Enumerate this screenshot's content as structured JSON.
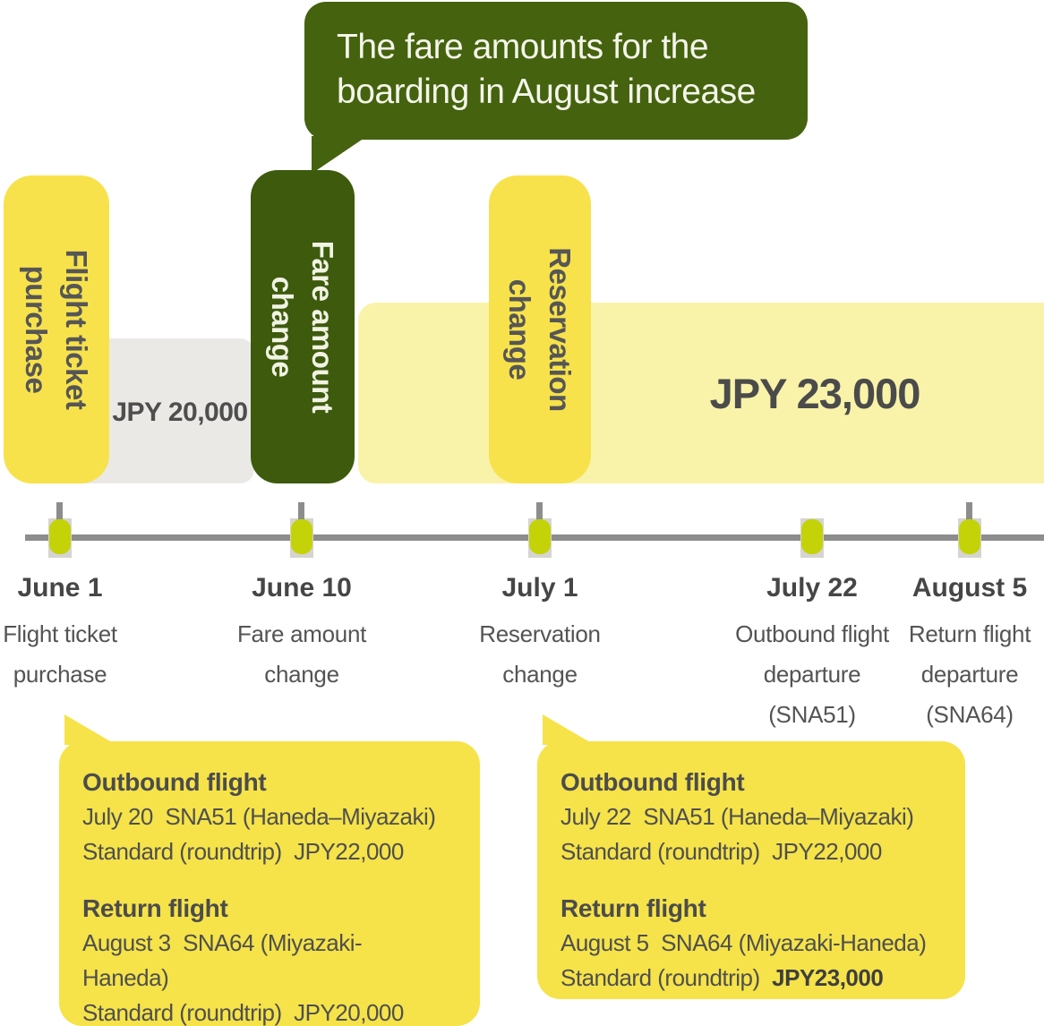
{
  "colors": {
    "dark_green": "#45620f",
    "pill_green": "#3d5a0d",
    "bright_yellow": "#f7e24b",
    "pale_yellow": "#f8f3a8",
    "gray_bar": "#eae9e6",
    "timeline_dot": "#c4d307",
    "timeline_line": "#8d8d8d",
    "text_dark": "#4f4f4f"
  },
  "bubble": {
    "text_line1": "The fare amounts for the",
    "text_line2": "boarding in August increase"
  },
  "stage_pills": {
    "purchase": {
      "line1": "Flight ticket",
      "line2": "purchase"
    },
    "fare_change": {
      "line1": "Fare amount",
      "line2": "change"
    },
    "reservation_change": {
      "line1": "Reservation",
      "line2": "change"
    }
  },
  "fare_bars": {
    "before": "JPY 20,000",
    "after": "JPY 23,000"
  },
  "timeline": {
    "points": [
      {
        "date": "June 1",
        "line1": "Flight ticket",
        "line2": "purchase",
        "line3": "",
        "stem": true
      },
      {
        "date": "June 10",
        "line1": "Fare amount",
        "line2": "change",
        "line3": "",
        "stem": true
      },
      {
        "date": "July 1",
        "line1": "Reservation",
        "line2": "change",
        "line3": "",
        "stem": true
      },
      {
        "date": "July 22",
        "line1": "Outbound flight",
        "line2": "departure",
        "line3": "(SNA51)",
        "stem": false
      },
      {
        "date": "August 5",
        "line1": "Return flight",
        "line2": "departure",
        "line3": "(SNA64)",
        "stem": true
      }
    ]
  },
  "callout_before": {
    "heading_outbound": "Outbound flight",
    "outbound_flight": "July 20  SNA51 (Haneda–Miyazaki)",
    "outbound_fare": "Standard (roundtrip)  JPY22,000",
    "heading_return": "Return flight",
    "return_flight_line1": "August 3  SNA64 (Miyazaki-",
    "return_flight_line2": "Haneda)",
    "return_fare": "Standard (roundtrip)  JPY20,000"
  },
  "callout_after": {
    "heading_outbound": "Outbound flight",
    "outbound_flight": "July 22  SNA51 (Haneda–Miyazaki)",
    "outbound_fare": "Standard (roundtrip)  JPY22,000",
    "heading_return": "Return flight",
    "return_flight": "August 5  SNA64 (Miyazaki-Haneda)",
    "return_fare_prefix": "Standard (roundtrip)  ",
    "return_fare_amount": "JPY23,000"
  }
}
